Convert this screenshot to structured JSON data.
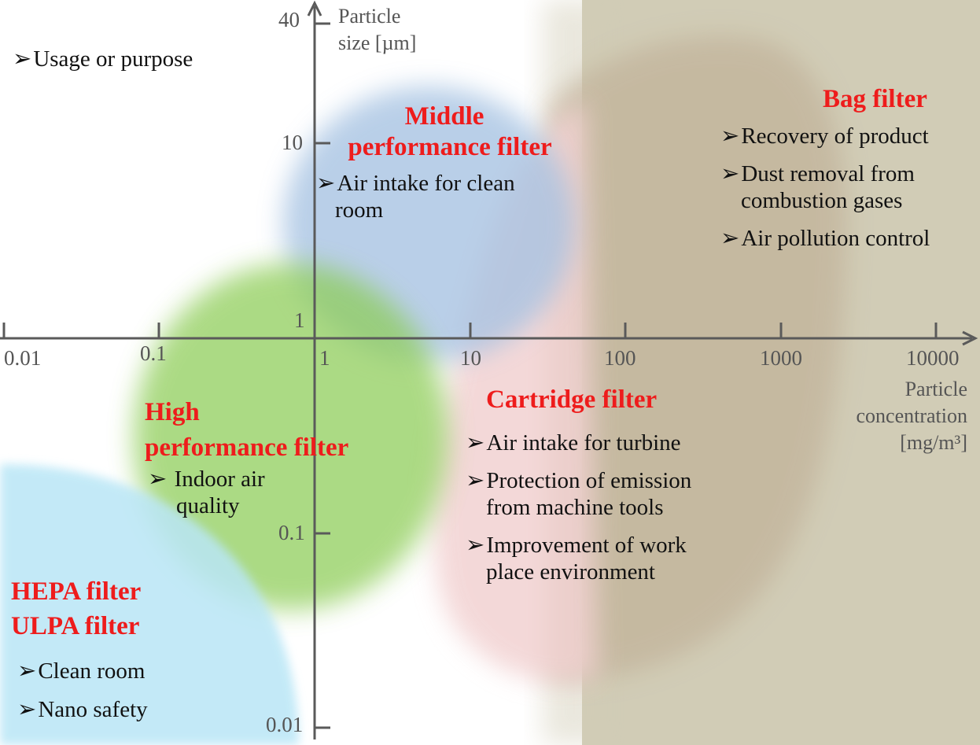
{
  "legend": {
    "bullet": "➢",
    "text": "Usage or purpose"
  },
  "axes": {
    "x_title": [
      "Particle",
      "concentration",
      "[mg/m³]"
    ],
    "y_title": [
      "Particle",
      "size [µm]"
    ],
    "x_ticks": [
      "0.01",
      "0.1",
      "1",
      "10",
      "100",
      "1000",
      "10000"
    ],
    "y_ticks": [
      "40",
      "10",
      "1",
      "0.1",
      "0.01"
    ]
  },
  "filters": {
    "middle": {
      "name": [
        "Middle",
        "performance filter"
      ],
      "uses": [
        "Air intake for clean",
        "room"
      ]
    },
    "bag": {
      "name": [
        "Bag filter"
      ],
      "uses": [
        "Recovery of product",
        "Dust removal from",
        "combustion gases",
        "Air pollution control"
      ]
    },
    "cartridge": {
      "name": [
        "Cartridge filter"
      ],
      "uses": [
        "Air intake for turbine",
        "Protection of emission",
        "from machine tools",
        "Improvement of work",
        "place environment"
      ]
    },
    "high": {
      "name": [
        "High",
        "performance filter"
      ],
      "uses": [
        "Indoor air",
        "quality"
      ]
    },
    "hepa": {
      "name": [
        "HEPA filter",
        "ULPA filter"
      ],
      "uses": [
        "Clean room",
        "Nano safety"
      ]
    }
  },
  "colors": {
    "bag_region": "#c2b49b",
    "bag_band": "#d1ccb6",
    "cartridge_region": "#f2d2d2",
    "middle_region": "#a6c2e2",
    "high_region": "#8ccc55",
    "hepa_region": "#b9e6f6",
    "filter_title": "#ee1c1c",
    "axis": "#5a5a5a"
  }
}
